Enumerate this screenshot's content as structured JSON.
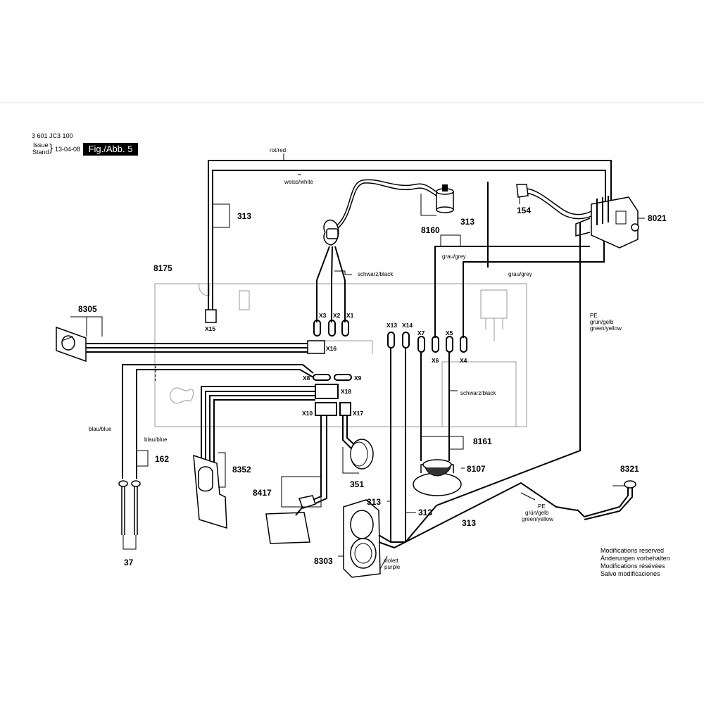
{
  "header": {
    "doc_number": "3 601 JC3 100",
    "issue_label": "Issue",
    "stand_label": "Stand",
    "brace": "}",
    "date": "13-04-08",
    "figure": "Fig./Abb. 5"
  },
  "notes": [
    "Modifications reserved",
    "Änderungen vorbehalten",
    "Modifications résévées",
    "Salvo modificaciones"
  ],
  "parts": {
    "p8175": "8175",
    "p8305": "8305",
    "p313_a": "313",
    "p313_b": "313",
    "p313_c": "313",
    "p313_d": "313",
    "p313_e": "313",
    "p8160": "8160",
    "p154": "154",
    "p8021": "8021",
    "p8161": "8161",
    "p8107": "8107",
    "p8321": "8321",
    "p162": "162",
    "p8352": "8352",
    "p351": "351",
    "p8417": "8417",
    "p8303": "8303",
    "p37": "37"
  },
  "connectors": {
    "x1": "X1",
    "x2": "X2",
    "x3": "X3",
    "x4": "X4",
    "x5": "X5",
    "x6": "X6",
    "x7": "X7",
    "x8": "X8",
    "x9": "X9",
    "x10": "X10",
    "x13": "X13",
    "x14": "X14",
    "x15": "X15",
    "x16": "X16",
    "x17": "X17",
    "x18": "X18"
  },
  "wires": {
    "red": "rot/red",
    "white": "weiss/white",
    "black_1": "schwarz/black",
    "black_2": "schwarz/black",
    "grey_1": "grau/grey",
    "grey_2": "grau/grey",
    "blue_1": "blau/blue",
    "blue_2": "blau/blue",
    "pe_1": [
      "PE",
      "grün/gelb",
      "green/yellow"
    ],
    "pe_2": [
      "PE",
      "grün/gelb",
      "green/yellow"
    ],
    "violet": [
      "violett",
      "purple"
    ]
  }
}
